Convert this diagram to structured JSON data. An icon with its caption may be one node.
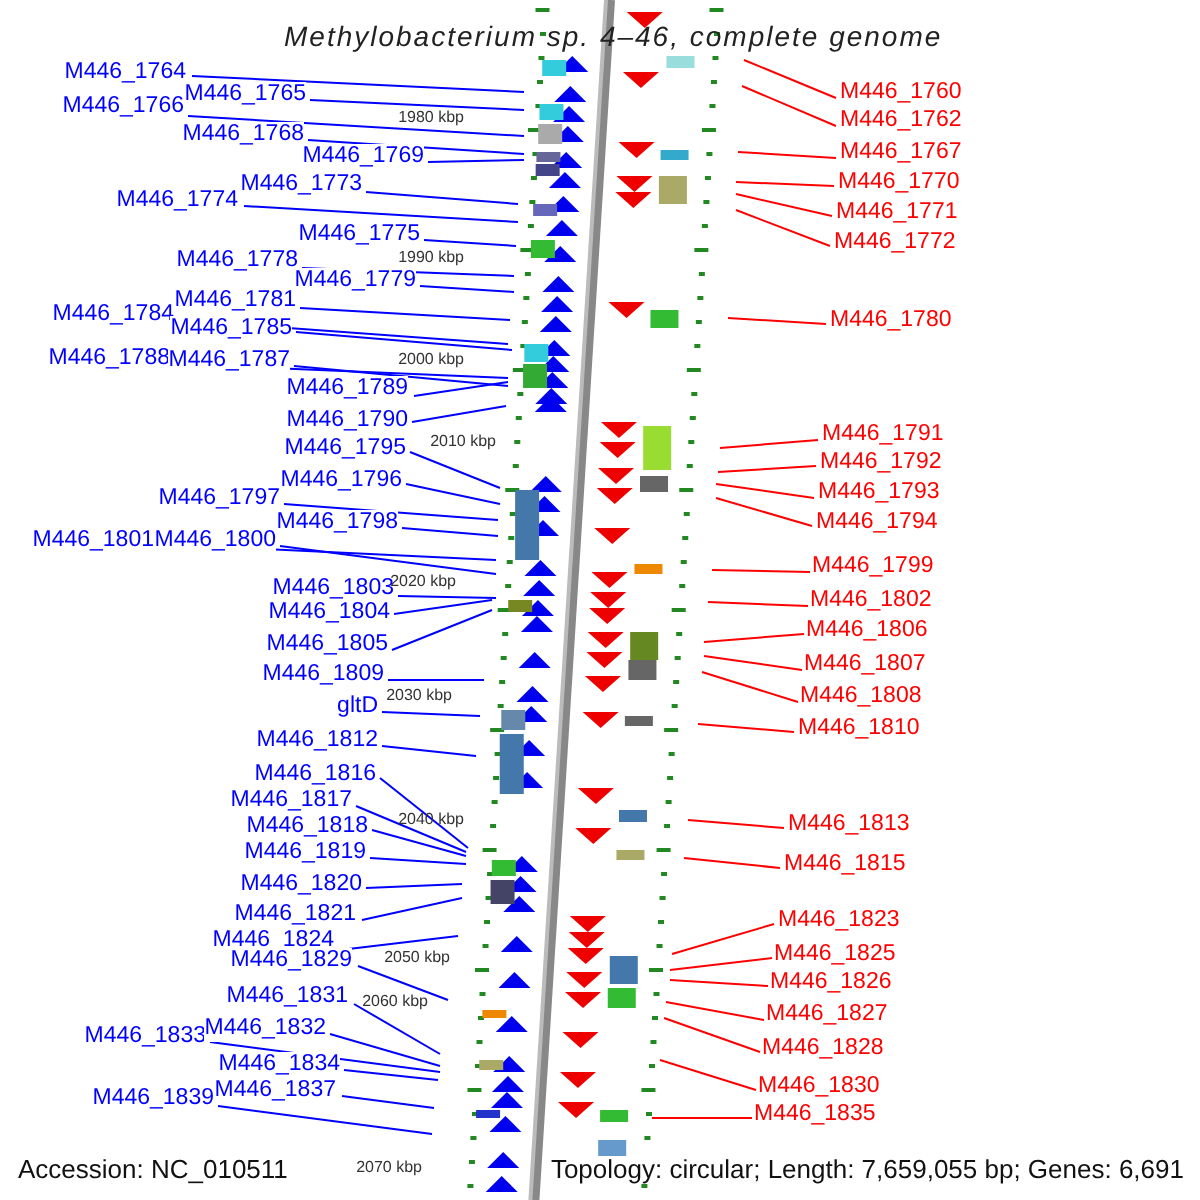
{
  "diagram": {
    "title": "Methylobacterium sp. 4–46, complete genome",
    "nodes": [
      {
        "text": [
          "M446_1764"
        ]
      },
      {
        "text": [
          "M446_1765"
        ]
      },
      {
        "text": [
          "M446_1766"
        ]
      },
      {
        "text": [
          "M446_1768"
        ]
      },
      {
        "text": [
          "M446_1769"
        ]
      },
      {
        "text": [
          "M446_1773"
        ]
      },
      {
        "text": [
          "M446_1774"
        ]
      },
      {
        "text": [
          "M446_1775"
        ]
      },
      {
        "text": [
          "M446_1778"
        ]
      },
      {
        "text": [
          "M446_1779"
        ]
      },
      {
        "text": [
          "M446_1781"
        ]
      },
      {
        "text": [
          "M446_1784"
        ]
      },
      {
        "text": [
          "M446_1785"
        ]
      },
      {
        "text": [
          "M446_1788"
        ]
      },
      {
        "text": [
          "M446_1787"
        ]
      },
      {
        "text": [
          "M446_1789"
        ]
      },
      {
        "text": [
          "M446_1790"
        ]
      },
      {
        "text": [
          "M446_1795"
        ]
      },
      {
        "text": [
          "M446_1796"
        ]
      },
      {
        "text": [
          "M446_1797"
        ]
      },
      {
        "text": [
          "M446_1798"
        ]
      },
      {
        "text": [
          "M446_1801"
        ]
      },
      {
        "text": [
          "M446_1800"
        ]
      },
      {
        "text": [
          "M446_1803"
        ]
      },
      {
        "text": [
          "M446_1804"
        ]
      },
      {
        "text": [
          "M446_1805"
        ]
      },
      {
        "text": [
          "M446_1809"
        ]
      },
      {
        "text": [
          "gltD"
        ]
      },
      {
        "text": [
          "M446_1812"
        ]
      },
      {
        "text": [
          "M446_1816"
        ]
      },
      {
        "text": [
          "M446_1817"
        ]
      },
      {
        "text": [
          "M446_1818"
        ]
      },
      {
        "text": [
          "M446_1819"
        ]
      },
      {
        "text": [
          "M446_1820"
        ]
      },
      {
        "text": [
          "M446_1821"
        ]
      },
      {
        "text": [
          "M446_1824"
        ]
      },
      {
        "text": [
          "M446_1829"
        ]
      },
      {
        "text": [
          "M446_1831"
        ]
      },
      {
        "text": [
          "M446_1833"
        ]
      },
      {
        "text": [
          "M446_1832"
        ]
      },
      {
        "text": [
          "M446_1834"
        ]
      },
      {
        "text": [
          "M446_1837"
        ]
      },
      {
        "text": [
          "M446_1839"
        ]
      },
      {
        "text": [
          "M446_1760"
        ]
      },
      {
        "text": [
          "M446_1762"
        ]
      },
      {
        "text": [
          "M446_1767"
        ]
      },
      {
        "text": [
          "M446_1770"
        ]
      },
      {
        "text": [
          "M446_1771"
        ]
      },
      {
        "text": [
          "M446_1772"
        ]
      },
      {
        "text": [
          "M446_1780"
        ]
      },
      {
        "text": [
          "M446_1791"
        ]
      },
      {
        "text": [
          "M446_1792"
        ]
      },
      {
        "text": [
          "M446_1793"
        ]
      },
      {
        "text": [
          "M446_1794"
        ]
      },
      {
        "text": [
          "M446_1799"
        ]
      },
      {
        "text": [
          "M446_1802"
        ]
      },
      {
        "text": [
          "M446_1806"
        ]
      },
      {
        "text": [
          "M446_1807"
        ]
      },
      {
        "text": [
          "M446_1808"
        ]
      },
      {
        "text": [
          "M446_1810"
        ]
      },
      {
        "text": [
          "M446_1813"
        ]
      },
      {
        "text": [
          "M446_1815"
        ]
      },
      {
        "text": [
          "M446_1823"
        ]
      },
      {
        "text": [
          "M446_1825"
        ]
      },
      {
        "text": [
          "M446_1826"
        ]
      },
      {
        "text": [
          "M446_1827"
        ]
      },
      {
        "text": [
          "M446_1828"
        ]
      },
      {
        "text": [
          "M446_1830"
        ]
      },
      {
        "text": [
          "M446_1835"
        ]
      }
    ],
    "edges": [
      {
        "from": 0,
        "to": null,
        "arrow": "none"
      },
      {
        "from": 1,
        "to": null,
        "arrow": "none"
      },
      {
        "from": 2,
        "to": null,
        "arrow": "none"
      },
      {
        "from": 3,
        "to": null,
        "arrow": "none"
      },
      {
        "from": 4,
        "to": null,
        "arrow": "none"
      },
      {
        "from": 5,
        "to": null,
        "arrow": "none"
      },
      {
        "from": 6,
        "to": null,
        "arrow": "none"
      },
      {
        "from": 7,
        "to": null,
        "arrow": "none"
      },
      {
        "from": 8,
        "to": null,
        "arrow": "none"
      },
      {
        "from": 9,
        "to": null,
        "arrow": "none"
      },
      {
        "from": 10,
        "to": null,
        "arrow": "none"
      },
      {
        "from": 11,
        "to": null,
        "arrow": "none"
      },
      {
        "from": 12,
        "to": null,
        "arrow": "none"
      },
      {
        "from": 13,
        "to": null,
        "arrow": "none"
      },
      {
        "from": 14,
        "to": null,
        "arrow": "none"
      },
      {
        "from": 15,
        "to": null,
        "arrow": "none"
      },
      {
        "from": 16,
        "to": null,
        "arrow": "none"
      },
      {
        "from": 17,
        "to": null,
        "arrow": "none"
      },
      {
        "from": 18,
        "to": null,
        "arrow": "none"
      },
      {
        "from": 19,
        "to": null,
        "arrow": "none"
      },
      {
        "from": 20,
        "to": null,
        "arrow": "none"
      },
      {
        "from": 21,
        "to": null,
        "arrow": "none"
      },
      {
        "from": 22,
        "to": null,
        "arrow": "none"
      },
      {
        "from": 23,
        "to": null,
        "arrow": "none"
      },
      {
        "from": 24,
        "to": null,
        "arrow": "none"
      },
      {
        "from": 25,
        "to": null,
        "arrow": "none"
      },
      {
        "from": 26,
        "to": null,
        "arrow": "none"
      },
      {
        "from": 27,
        "to": null,
        "arrow": "none"
      },
      {
        "from": 28,
        "to": null,
        "arrow": "none"
      },
      {
        "from": 29,
        "to": null,
        "arrow": "none"
      },
      {
        "from": 30,
        "to": null,
        "arrow": "none"
      },
      {
        "from": 31,
        "to": null,
        "arrow": "none"
      },
      {
        "from": 32,
        "to": null,
        "arrow": "none"
      },
      {
        "from": 33,
        "to": null,
        "arrow": "none"
      },
      {
        "from": 34,
        "to": null,
        "arrow": "none"
      },
      {
        "from": 35,
        "to": null,
        "arrow": "none"
      },
      {
        "from": 36,
        "to": null,
        "arrow": "none"
      },
      {
        "from": 37,
        "to": null,
        "arrow": "none"
      },
      {
        "from": 38,
        "to": null,
        "arrow": "none"
      },
      {
        "from": 39,
        "to": null,
        "arrow": "none"
      },
      {
        "from": 40,
        "to": null,
        "arrow": "none"
      },
      {
        "from": 41,
        "to": null,
        "arrow": "none"
      },
      {
        "from": 42,
        "to": null,
        "arrow": "none"
      },
      {
        "from": 43,
        "to": null,
        "arrow": "none",
        "color": "#ff0000"
      },
      {
        "from": 44,
        "to": null,
        "arrow": "none",
        "color": "#ff0000"
      },
      {
        "from": 45,
        "to": null,
        "arrow": "none",
        "color": "#ff0000"
      },
      {
        "from": 46,
        "to": null,
        "arrow": "none",
        "color": "#ff0000"
      },
      {
        "from": 47,
        "to": null,
        "arrow": "none",
        "color": "#ff0000"
      },
      {
        "from": 48,
        "to": null,
        "arrow": "none",
        "color": "#ff0000"
      },
      {
        "from": 49,
        "to": null,
        "arrow": "none",
        "color": "#ff0000"
      },
      {
        "from": 50,
        "to": null,
        "arrow": "none",
        "color": "#ff0000"
      },
      {
        "from": 51,
        "to": null,
        "arrow": "none",
        "color": "#ff0000"
      },
      {
        "from": 52,
        "to": null,
        "arrow": "none",
        "color": "#ff0000"
      },
      {
        "from": 53,
        "to": null,
        "arrow": "none",
        "color": "#ff0000"
      },
      {
        "from": 54,
        "to": null,
        "arrow": "none",
        "color": "#ff0000"
      },
      {
        "from": 55,
        "to": null,
        "arrow": "none",
        "color": "#ff0000"
      },
      {
        "from": 56,
        "to": null,
        "arrow": "none",
        "color": "#ff0000"
      },
      {
        "from": 57,
        "to": null,
        "arrow": "none",
        "color": "#ff0000"
      },
      {
        "from": 58,
        "to": null,
        "arrow": "none",
        "color": "#ff0000"
      },
      {
        "from": 59,
        "to": null,
        "arrow": "none",
        "color": "#ff0000"
      },
      {
        "from": 60,
        "to": null,
        "arrow": "none",
        "color": "#ff0000"
      },
      {
        "from": 61,
        "to": null,
        "arrow": "none",
        "color": "#ff0000"
      },
      {
        "from": 62,
        "to": null,
        "arrow": "none",
        "color": "#ff0000"
      },
      {
        "from": 63,
        "to": null,
        "arrow": "none",
        "color": "#ff0000"
      },
      {
        "from": 64,
        "to": null,
        "arrow": "none",
        "color": "#ff0000"
      },
      {
        "from": 65,
        "to": null,
        "arrow": "none",
        "color": "#ff0000"
      },
      {
        "from": 66,
        "to": null,
        "arrow": "none",
        "color": "#ff0000"
      },
      {
        "from": 67,
        "to": null,
        "arrow": "none",
        "color": "#ff0000"
      },
      {
        "from": 68,
        "to": null,
        "arrow": "none",
        "color": "#ff0000"
      }
    ],
    "labels": [
      "1980 kbp",
      "1990 kbp",
      "2000 kbp",
      "2010 kbp",
      "2020 kbp",
      "2030 kbp",
      "2040 kbp",
      "2050 kbp",
      "2060 kbp",
      "2070 kbp",
      "Accession: NC_010511",
      "Topology: circular; Length: 7,659,055 bp; Genes: 6,691"
    ]
  }
}
